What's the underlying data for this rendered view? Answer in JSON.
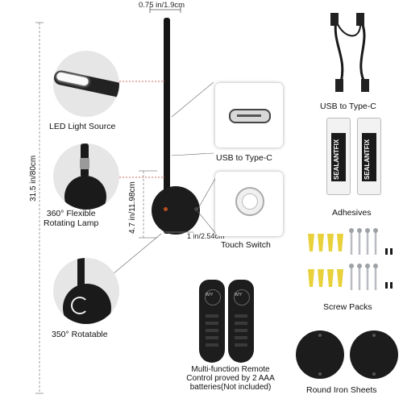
{
  "dimensions": {
    "top_width": "0.75 in/1.9cm",
    "height": "31.5 in/80cm",
    "base_height": "4.7 in/11.98cm",
    "base_depth": "1 in/2.54cm"
  },
  "features": {
    "led": "LED Light Source",
    "usb_port": "USB to Type-C",
    "rotating_lamp": "360° Flexible\nRotating Lamp",
    "touch_switch": "Touch Switch",
    "rotatable": "350° Rotatable",
    "remote": "Multi-function Remote\nControl proved by 2 AAA\nbatteries(Not included)"
  },
  "accessories": {
    "cable": "USB to Type-C",
    "adhesives": "Adhesives",
    "adhesive_brand": "SEALANTFIX",
    "screws": "Screw Packs",
    "sheets": "Round Iron Sheets"
  },
  "remote_keys": {
    "color_temp": "W/Y"
  },
  "colors": {
    "lamp": "#151515",
    "background": "#ffffff",
    "adhesive_tube": "#f2f2f2",
    "anchor_yellow": "#e8d13a",
    "screw_silver": "#b9bcc0",
    "dimension_line": "#c0392b"
  }
}
